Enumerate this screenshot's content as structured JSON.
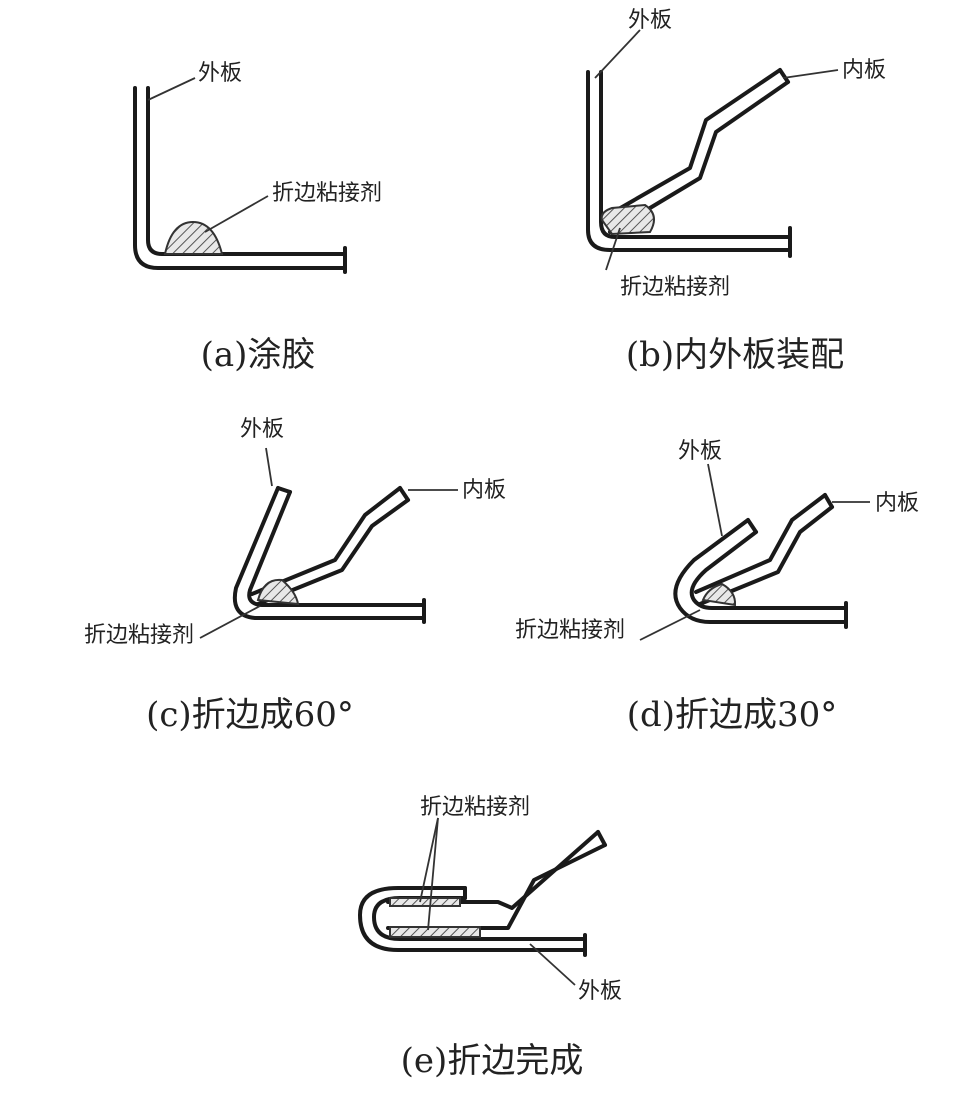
{
  "colors": {
    "line": "#1a1a1a",
    "glue_hatch": "#555555",
    "background": "#ffffff"
  },
  "panel_a": {
    "caption": "(a)涂胶",
    "outer_plate_label": "外板",
    "adhesive_label": "折边粘接剂"
  },
  "panel_b": {
    "caption": "(b)内外板装配",
    "outer_plate_label": "外板",
    "inner_plate_label": "内板",
    "adhesive_label": "折边粘接剂"
  },
  "panel_c": {
    "caption": "(c)折边成60°",
    "outer_plate_label": "外板",
    "inner_plate_label": "内板",
    "adhesive_label": "折边粘接剂"
  },
  "panel_d": {
    "caption": "(d)折边成30°",
    "outer_plate_label": "外板",
    "inner_plate_label": "内板",
    "adhesive_label": "折边粘接剂"
  },
  "panel_e": {
    "caption": "(e)折边完成",
    "adhesive_label": "折边粘接剂",
    "outer_plate_label": "外板"
  }
}
